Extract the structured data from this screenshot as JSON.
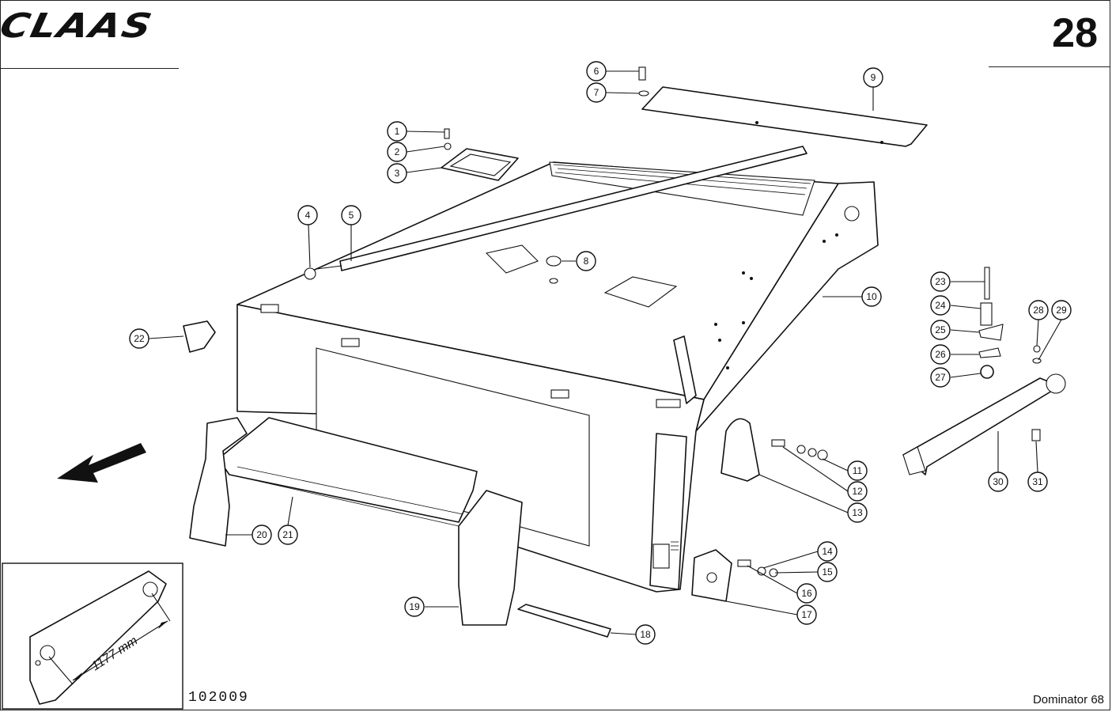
{
  "header": {
    "brand": "CLAAS",
    "page_number": "28"
  },
  "footer": {
    "drawing_number": "102009",
    "model": "Dominator 68"
  },
  "inset": {
    "dimension_label": "1177 mm"
  },
  "callouts": [
    "1",
    "2",
    "3",
    "4",
    "5",
    "6",
    "7",
    "8",
    "9",
    "10",
    "11",
    "12",
    "13",
    "14",
    "15",
    "16",
    "17",
    "18",
    "19",
    "20",
    "21",
    "22",
    "23",
    "24",
    "25",
    "26",
    "27",
    "28",
    "29",
    "30",
    "31"
  ]
}
